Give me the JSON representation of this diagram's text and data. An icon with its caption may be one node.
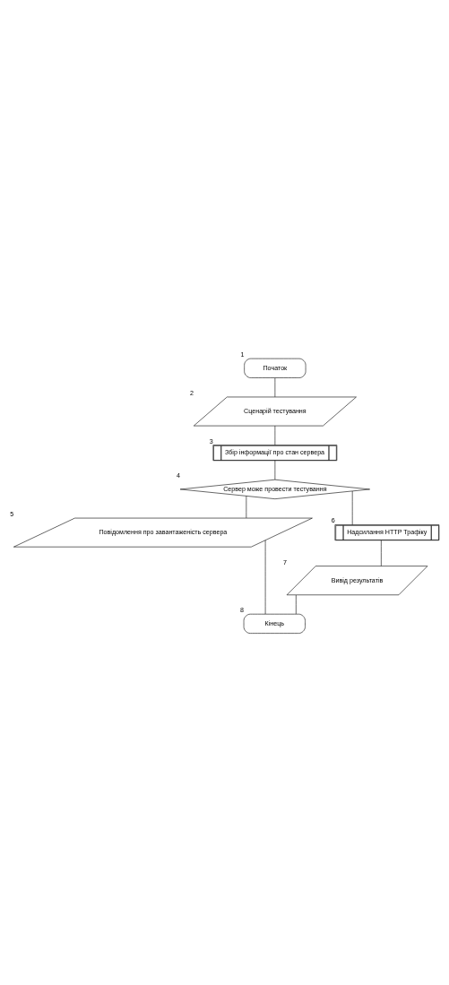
{
  "diagram": {
    "nodes": [
      {
        "text": [
          "Початок"
        ],
        "beside": [
          "1"
        ]
      },
      {
        "text": [
          "Сценарій тестування"
        ],
        "beside": [
          "2"
        ]
      },
      {
        "text": [
          "Збір інформації про стан сервера"
        ],
        "beside": [
          "3"
        ]
      },
      {
        "text": [
          "Сервер може провести тестування"
        ],
        "beside": [
          "4"
        ]
      },
      {
        "text": [
          "Повідомлення про завантаженість сервера"
        ],
        "beside": [
          "5"
        ]
      },
      {
        "text": [
          "Надсилання HTTP Трафіку"
        ],
        "beside": [
          "6"
        ]
      },
      {
        "text": [
          "Вивід результатів"
        ],
        "beside": [
          "7"
        ]
      },
      {
        "text": [
          "Кінець"
        ],
        "beside": [
          "8"
        ]
      }
    ],
    "edges": [
      {
        "from": 0,
        "to": 1,
        "arrow": "none"
      },
      {
        "from": 1,
        "to": 2,
        "arrow": "none"
      },
      {
        "from": 2,
        "to": 3,
        "arrow": "none"
      },
      {
        "from": 3,
        "to": 4,
        "arrow": "none"
      },
      {
        "from": 3,
        "to": 5,
        "arrow": "none"
      },
      {
        "from": 5,
        "to": 6,
        "arrow": "none"
      },
      {
        "from": 6,
        "to": 7,
        "arrow": "none"
      },
      {
        "from": 4,
        "to": 7,
        "arrow": "none"
      }
    ]
  }
}
